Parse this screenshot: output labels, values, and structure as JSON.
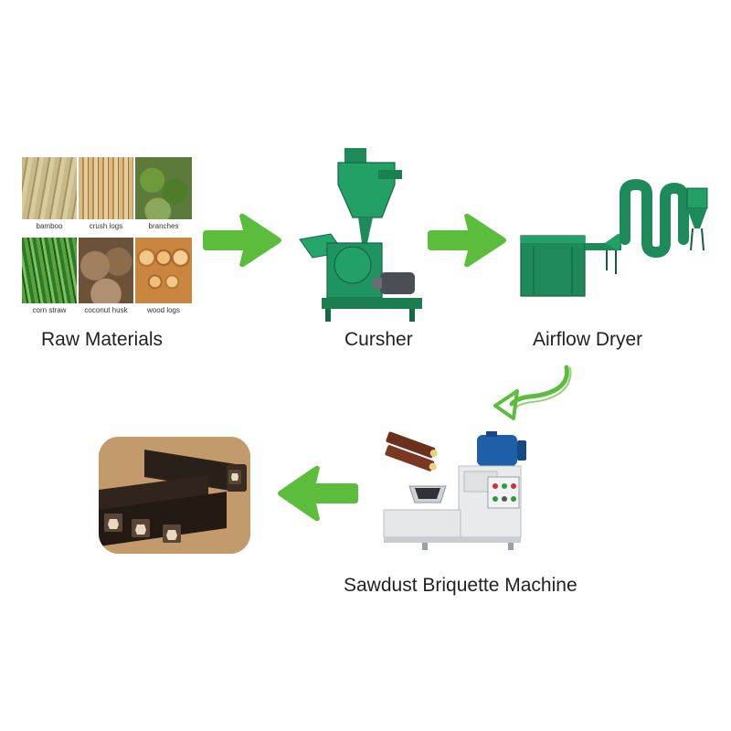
{
  "steps": {
    "raw": {
      "label": "Raw Materials",
      "tiles": [
        "bamboo",
        "crush logs",
        "branches",
        "corn straw",
        "coconut husk",
        "wood logs"
      ]
    },
    "crusher": {
      "label": "Cursher"
    },
    "dryer": {
      "label": "Airflow Dryer"
    },
    "briquette_machine": {
      "label": "Sawdust Briquette Machine"
    },
    "product": {
      "label": ""
    }
  },
  "colors": {
    "arrow": "#5cbd3d",
    "machine_green": "#1e8a5a",
    "motor_blue": "#1f5fa8"
  },
  "icons": [
    "right-arrow-icon",
    "curved-arrow-icon",
    "left-arrow-icon"
  ]
}
